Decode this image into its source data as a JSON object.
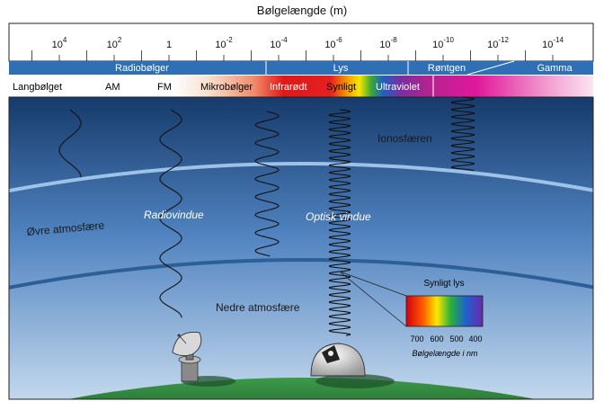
{
  "title": "Bølgelængde (m)",
  "scale": {
    "ticks": [
      {
        "base": "10",
        "exp": "4"
      },
      {
        "base": "10",
        "exp": "2"
      },
      {
        "base": "1",
        "exp": ""
      },
      {
        "base": "10",
        "exp": "-2"
      },
      {
        "base": "10",
        "exp": "-4"
      },
      {
        "base": "10",
        "exp": "-6"
      },
      {
        "base": "10",
        "exp": "-8"
      },
      {
        "base": "10",
        "exp": "-10"
      },
      {
        "base": "10",
        "exp": "-12"
      },
      {
        "base": "10",
        "exp": "-14"
      }
    ]
  },
  "bands": {
    "radio": "Radiobølger",
    "light": "Lys",
    "xray": "Røntgen",
    "gamma": "Gamma"
  },
  "subbands": {
    "longwave": "Langbølget",
    "am": "AM",
    "fm": "FM",
    "microwave": "Mikrobølger",
    "infrared": "Infrarødt",
    "visible": "Synligt",
    "ultraviolet": "Ultraviolet"
  },
  "labels": {
    "ionosphere": "Ionosfæren",
    "upper_atmosphere": "Øvre atmosfære",
    "radio_window": "Radiovindue",
    "optical_window": "Optisk vindue",
    "lower_atmosphere": "Nedre atmosfære"
  },
  "spectrum_inset": {
    "title": "Synligt lys",
    "ticks": [
      "700",
      "600",
      "500",
      "400"
    ],
    "caption": "Bølgelængde i nm"
  },
  "colors": {
    "band_bar": "#2f6fb5",
    "sky_top": "#163a6b",
    "sky_bottom": "#b7d2ec",
    "ground": "#2e7d3c"
  }
}
